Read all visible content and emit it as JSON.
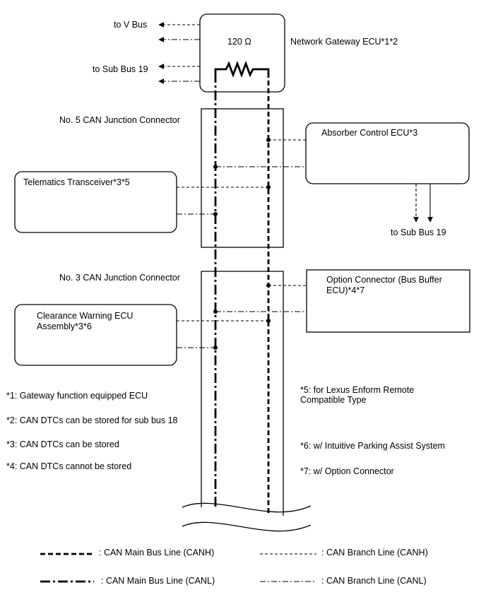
{
  "gateway": {
    "name": "Network Gateway ECU*1*2",
    "resistor": "120 Ω",
    "to_v_bus": "to V Bus",
    "to_sub_bus_19": "to Sub Bus 19"
  },
  "junctions": {
    "no5": "No. 5 CAN Junction Connector",
    "no3": "No. 3 CAN Junction Connector"
  },
  "ecus": {
    "absorber": "Absorber Control ECU*3",
    "absorber_to_sub_bus": "to Sub Bus 19",
    "telematics": "Telematics Transceiver*3*5",
    "option_line1": "Option Connector (Bus Buffer",
    "option_line2": "ECU)*4*7",
    "clearance_line1": "Clearance Warning ECU",
    "clearance_line2": "Assembly*3*6"
  },
  "notes": {
    "n1": "*1: Gateway function equipped ECU",
    "n2": "*2: CAN DTCs can be stored for sub bus 18",
    "n3": "*3: CAN DTCs can be stored",
    "n4": "*4: CAN DTCs cannot be stored",
    "n5_line1": "*5: for Lexus Enform Remote",
    "n5_line2": "Compatible Type",
    "n6": "*6: w/ Intuitive Parking Assist System",
    "n7": "*7: w/ Option Connector"
  },
  "legend": {
    "main_canh": ": CAN Main Bus Line (CANH)",
    "main_canl": ": CAN Main Bus Line (CANL)",
    "branch_canh": ": CAN Branch Line (CANH)",
    "branch_canl": ": CAN Branch Line (CANL)"
  }
}
